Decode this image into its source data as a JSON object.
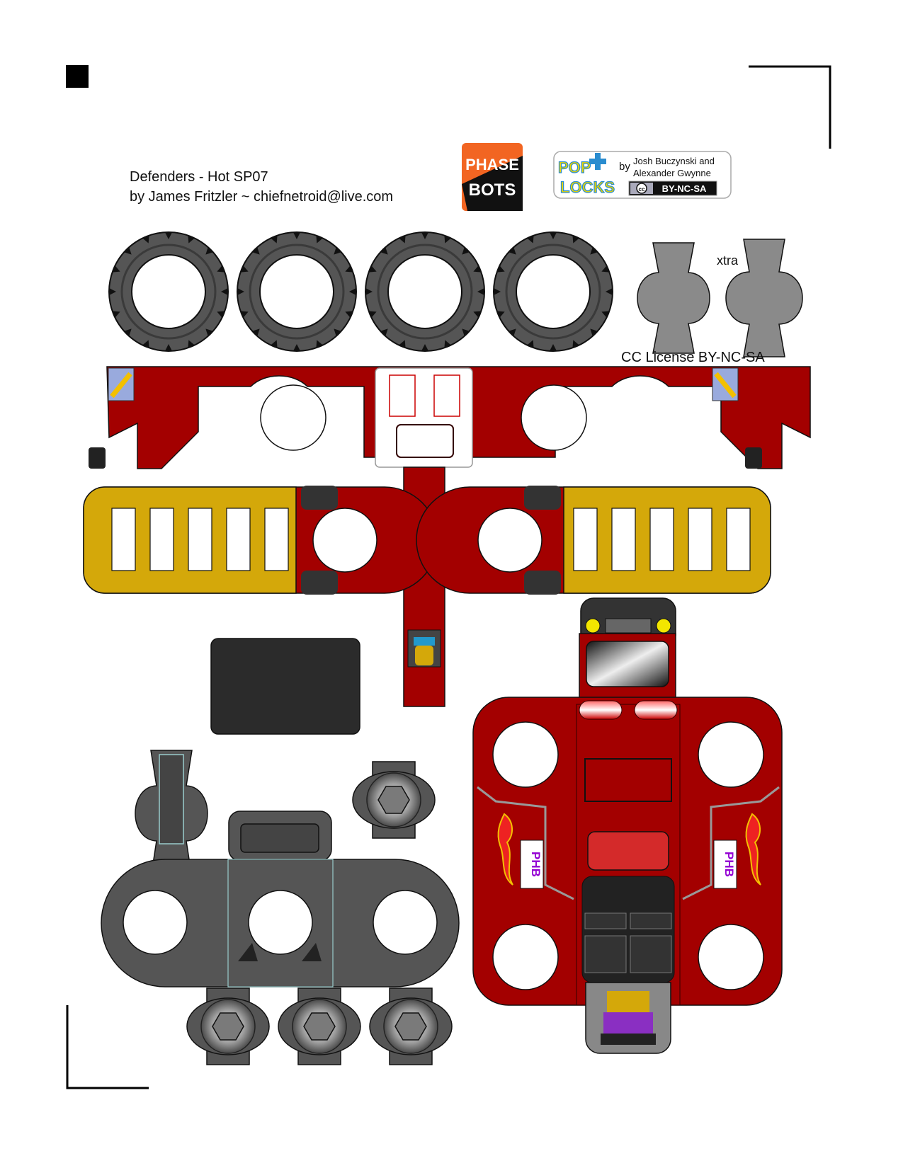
{
  "header": {
    "title_line1": "Defenders - Hot SP07",
    "title_line2": "by James Fritzler  ~  chiefnetroid@live.com"
  },
  "logos": {
    "phasebots": {
      "line1": "PHASE",
      "line2": "BOTS",
      "color": "#f26522"
    },
    "poplocks": {
      "pop": "POP",
      "locks": "LOCKS",
      "by": "by",
      "authors_line1": "Josh Buczynski and",
      "authors_line2": "Alexander Gwynne",
      "cc_badge": "BY-NC-SA"
    }
  },
  "labels": {
    "xtra": "xtra",
    "license": "CC License  BY-NC-SA"
  },
  "decals": {
    "bumper_text": "PHB"
  },
  "colors": {
    "body_red": "#a30000",
    "gold": "#d4a80a",
    "tire": "#555555",
    "dark_gray": "#555555",
    "panel_black": "#2b2b2b",
    "connector_gray": "#8a8a8a"
  }
}
